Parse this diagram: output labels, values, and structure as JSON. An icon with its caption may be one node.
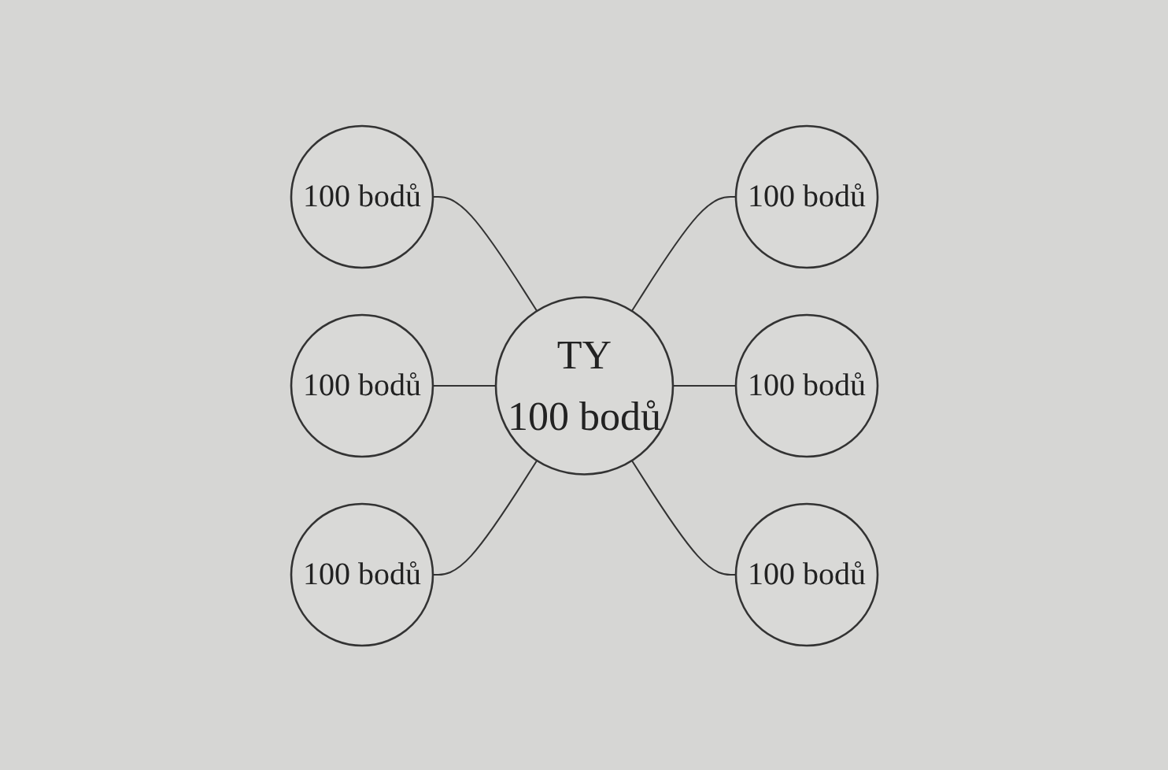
{
  "diagram": {
    "nodes": [
      {
        "text": [
          "100 bodů"
        ]
      },
      {
        "text": [
          "TY",
          "100 bodů"
        ]
      },
      {
        "text": [
          "100 bodů"
        ]
      },
      {
        "text": [
          "100 bodů"
        ]
      },
      {
        "text": [
          "100 bodů"
        ]
      },
      {
        "text": [
          "100 bodů"
        ]
      },
      {
        "text": [
          "100 bodů"
        ]
      }
    ],
    "edges": [
      {
        "from": 0,
        "to": 1,
        "arrow": "none"
      },
      {
        "from": 3,
        "to": 1,
        "arrow": "none"
      },
      {
        "from": 5,
        "to": 1,
        "arrow": "none"
      },
      {
        "from": 1,
        "to": 2,
        "arrow": "none"
      },
      {
        "from": 1,
        "to": 4,
        "arrow": "none"
      },
      {
        "from": 1,
        "to": 6,
        "arrow": "none"
      }
    ]
  }
}
